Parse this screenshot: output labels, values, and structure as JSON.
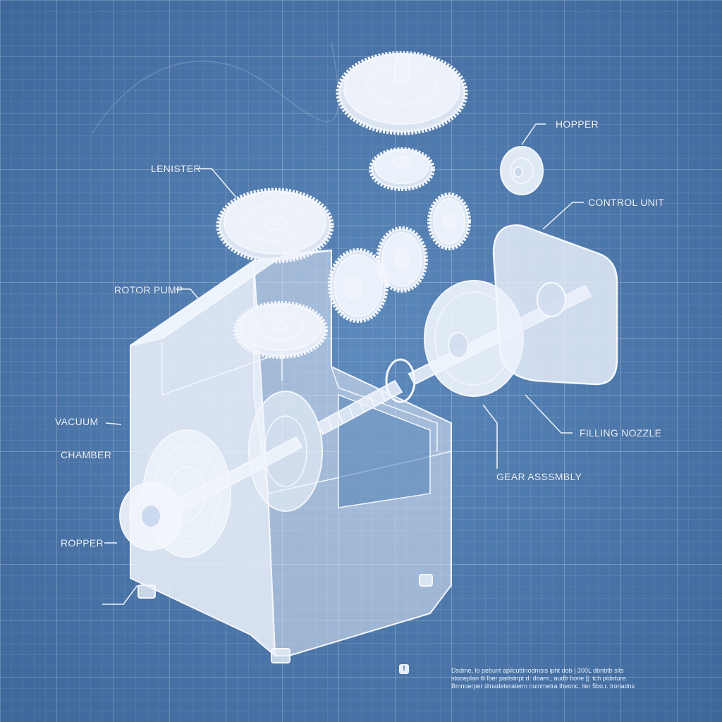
{
  "labels": {
    "hopper": "HOPPER",
    "lenister": "LENISTER",
    "control_unit": "CONTROL UNIT",
    "rotor_pump": "ROTOR PUMP",
    "vacuum": "VACUUM",
    "chamber": "CHAMBER",
    "filling_nozzle": "FILLING NOZZLE",
    "gear_assembly": "GEAR ASSSMBLY",
    "ropper": "ROPPER"
  },
  "footer": {
    "badge": "t",
    "notes": [
      "Dsdme, lo pebunt aplicuttinodmsis ipht dob | 300L dbnbtb sits",
      "stooeplan tli lber partstnpt d. doam., audb bone ||. tch pidnture.",
      "Bmnoerper dtnadeteraterm nuinmetra theonc. iter 5bo.r. tronadns"
    ]
  },
  "colors": {
    "background": "#4f7fb6",
    "line": "#f2f6fc",
    "fill": "#e8eef7"
  }
}
